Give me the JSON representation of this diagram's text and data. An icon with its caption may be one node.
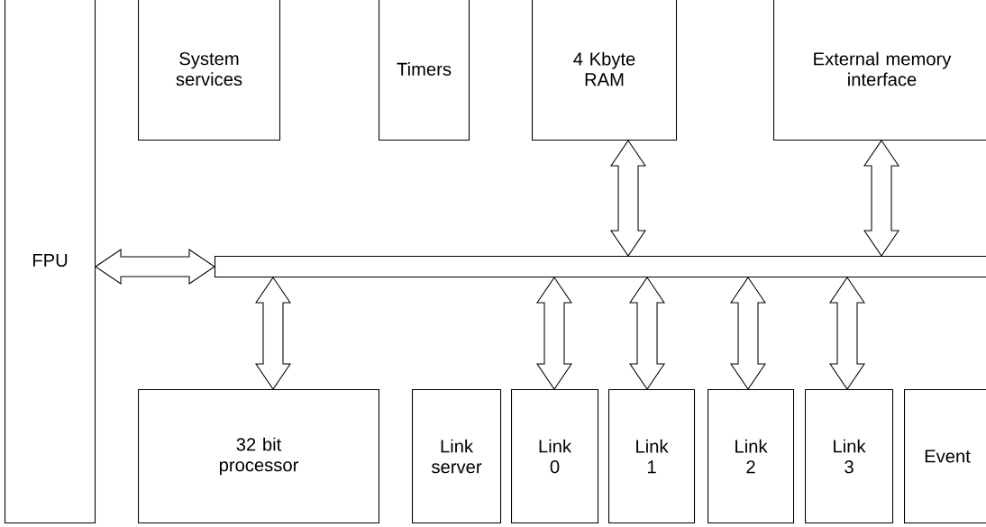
{
  "diagram": {
    "nodes": [
      {
        "text": [
          "FPU"
        ]
      },
      {
        "text": [
          "System services"
        ]
      },
      {
        "text": [
          "Timers"
        ]
      },
      {
        "text": [
          "4 Kbyte RAM"
        ]
      },
      {
        "text": [
          "External memory interface"
        ]
      },
      {
        "text": [],
        "shape": "bar"
      },
      {
        "text": [
          "32 bit processor"
        ]
      },
      {
        "text": [
          "Link server"
        ]
      },
      {
        "text": [
          "Link 0"
        ]
      },
      {
        "text": [
          "Link 1"
        ]
      },
      {
        "text": [
          "Link 2"
        ]
      },
      {
        "text": [
          "Link 3"
        ]
      },
      {
        "text": [
          "Event"
        ]
      }
    ],
    "edges": [
      {
        "from": 0,
        "to": 5,
        "arrow": "both"
      },
      {
        "from": 3,
        "to": 5,
        "arrow": "both"
      },
      {
        "from": 4,
        "to": 5,
        "arrow": "both"
      },
      {
        "from": 5,
        "to": 6,
        "arrow": "both"
      },
      {
        "from": 5,
        "to": 8,
        "arrow": "both"
      },
      {
        "from": 5,
        "to": 9,
        "arrow": "both"
      },
      {
        "from": 5,
        "to": 10,
        "arrow": "both"
      },
      {
        "from": 5,
        "to": 11,
        "arrow": "both"
      }
    ]
  }
}
